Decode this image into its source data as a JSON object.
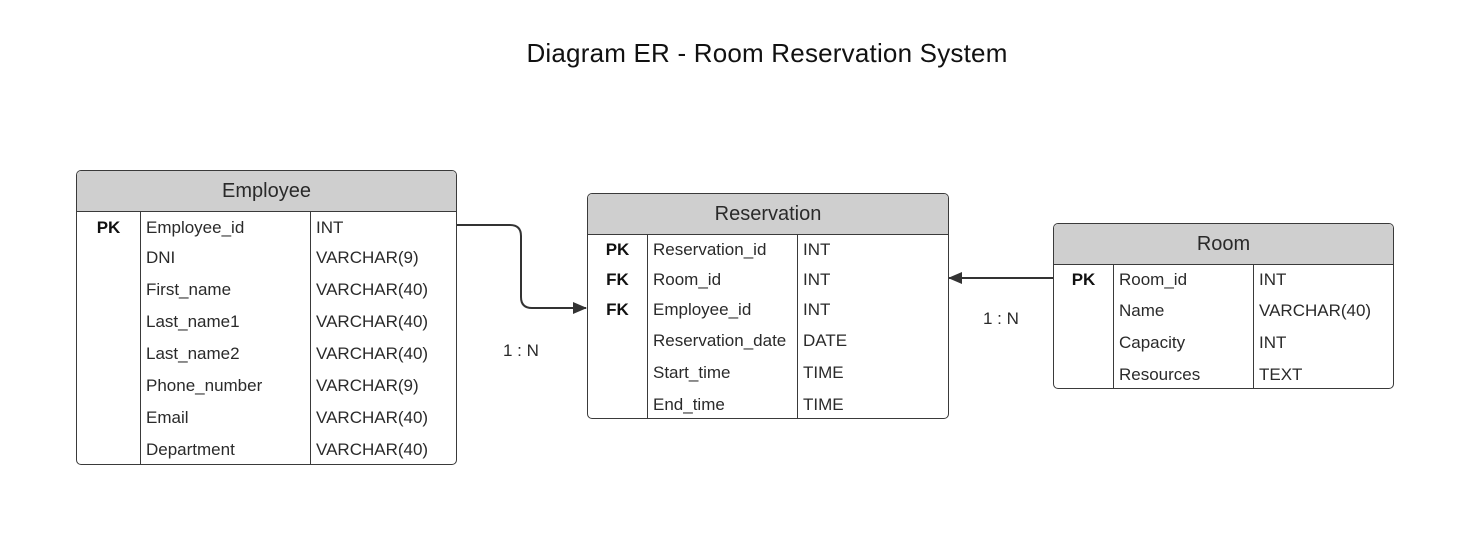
{
  "title": "Diagram ER - Room Reservation System",
  "entities": {
    "employee": {
      "name": "Employee",
      "rows": [
        {
          "key": "PK",
          "field": "Employee_id",
          "type": "INT"
        },
        {
          "key": "",
          "field": "DNI",
          "type": "VARCHAR(9)"
        },
        {
          "key": "",
          "field": "First_name",
          "type": "VARCHAR(40)"
        },
        {
          "key": "",
          "field": "Last_name1",
          "type": "VARCHAR(40)"
        },
        {
          "key": "",
          "field": "Last_name2",
          "type": "VARCHAR(40)"
        },
        {
          "key": "",
          "field": "Phone_number",
          "type": "VARCHAR(9)"
        },
        {
          "key": "",
          "field": "Email",
          "type": "VARCHAR(40)"
        },
        {
          "key": "",
          "field": "Department",
          "type": "VARCHAR(40)"
        }
      ]
    },
    "reservation": {
      "name": "Reservation",
      "rows": [
        {
          "key": "PK",
          "field": "Reservation_id",
          "type": "INT"
        },
        {
          "key": "FK",
          "field": "Room_id",
          "type": "INT"
        },
        {
          "key": "FK",
          "field": "Employee_id",
          "type": "INT"
        },
        {
          "key": "",
          "field": "Reservation_date",
          "type": "DATE"
        },
        {
          "key": "",
          "field": "Start_time",
          "type": "TIME"
        },
        {
          "key": "",
          "field": "End_time",
          "type": "TIME"
        }
      ]
    },
    "room": {
      "name": "Room",
      "rows": [
        {
          "key": "PK",
          "field": "Room_id",
          "type": "INT"
        },
        {
          "key": "",
          "field": "Name",
          "type": "VARCHAR(40)"
        },
        {
          "key": "",
          "field": "Capacity",
          "type": "INT"
        },
        {
          "key": "",
          "field": "Resources",
          "type": "TEXT"
        }
      ]
    }
  },
  "relationships": [
    {
      "from": "Employee",
      "to": "Reservation",
      "cardinality": "1 : N"
    },
    {
      "from": "Room",
      "to": "Reservation",
      "cardinality": "1 : N"
    }
  ]
}
